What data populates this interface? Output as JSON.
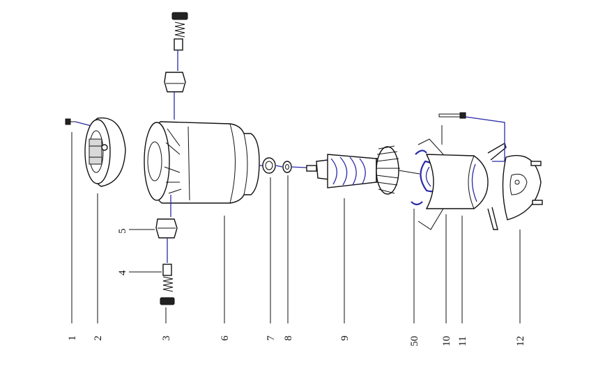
{
  "labels": {
    "l1": "1",
    "l2": "2",
    "l3": "3",
    "l4": "4",
    "l5": "5",
    "l6": "6",
    "l7": "7",
    "l8": "8",
    "l9": "9",
    "l50": "50",
    "l10": "10",
    "l11": "11",
    "l12": "12"
  },
  "colors": {
    "line": "#111111",
    "accent_blue": "#2a2aa8",
    "background": "#ffffff"
  }
}
